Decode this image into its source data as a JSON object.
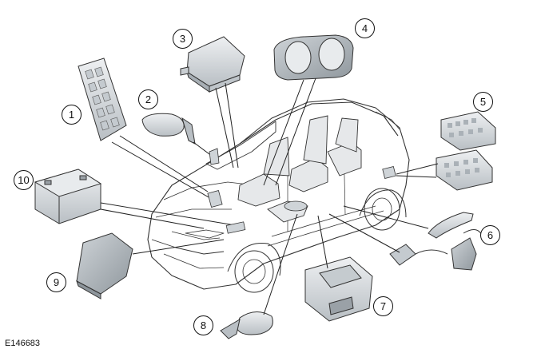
{
  "figure": {
    "reference_code": "E146683",
    "callouts": [
      "1",
      "2",
      "3",
      "4",
      "5",
      "6",
      "7",
      "8",
      "9",
      "10"
    ]
  },
  "colors": {
    "line": "#222222",
    "component_fill": "#d9dde0",
    "component_shade": "#b7bdc2",
    "car_outline": "#333333"
  }
}
